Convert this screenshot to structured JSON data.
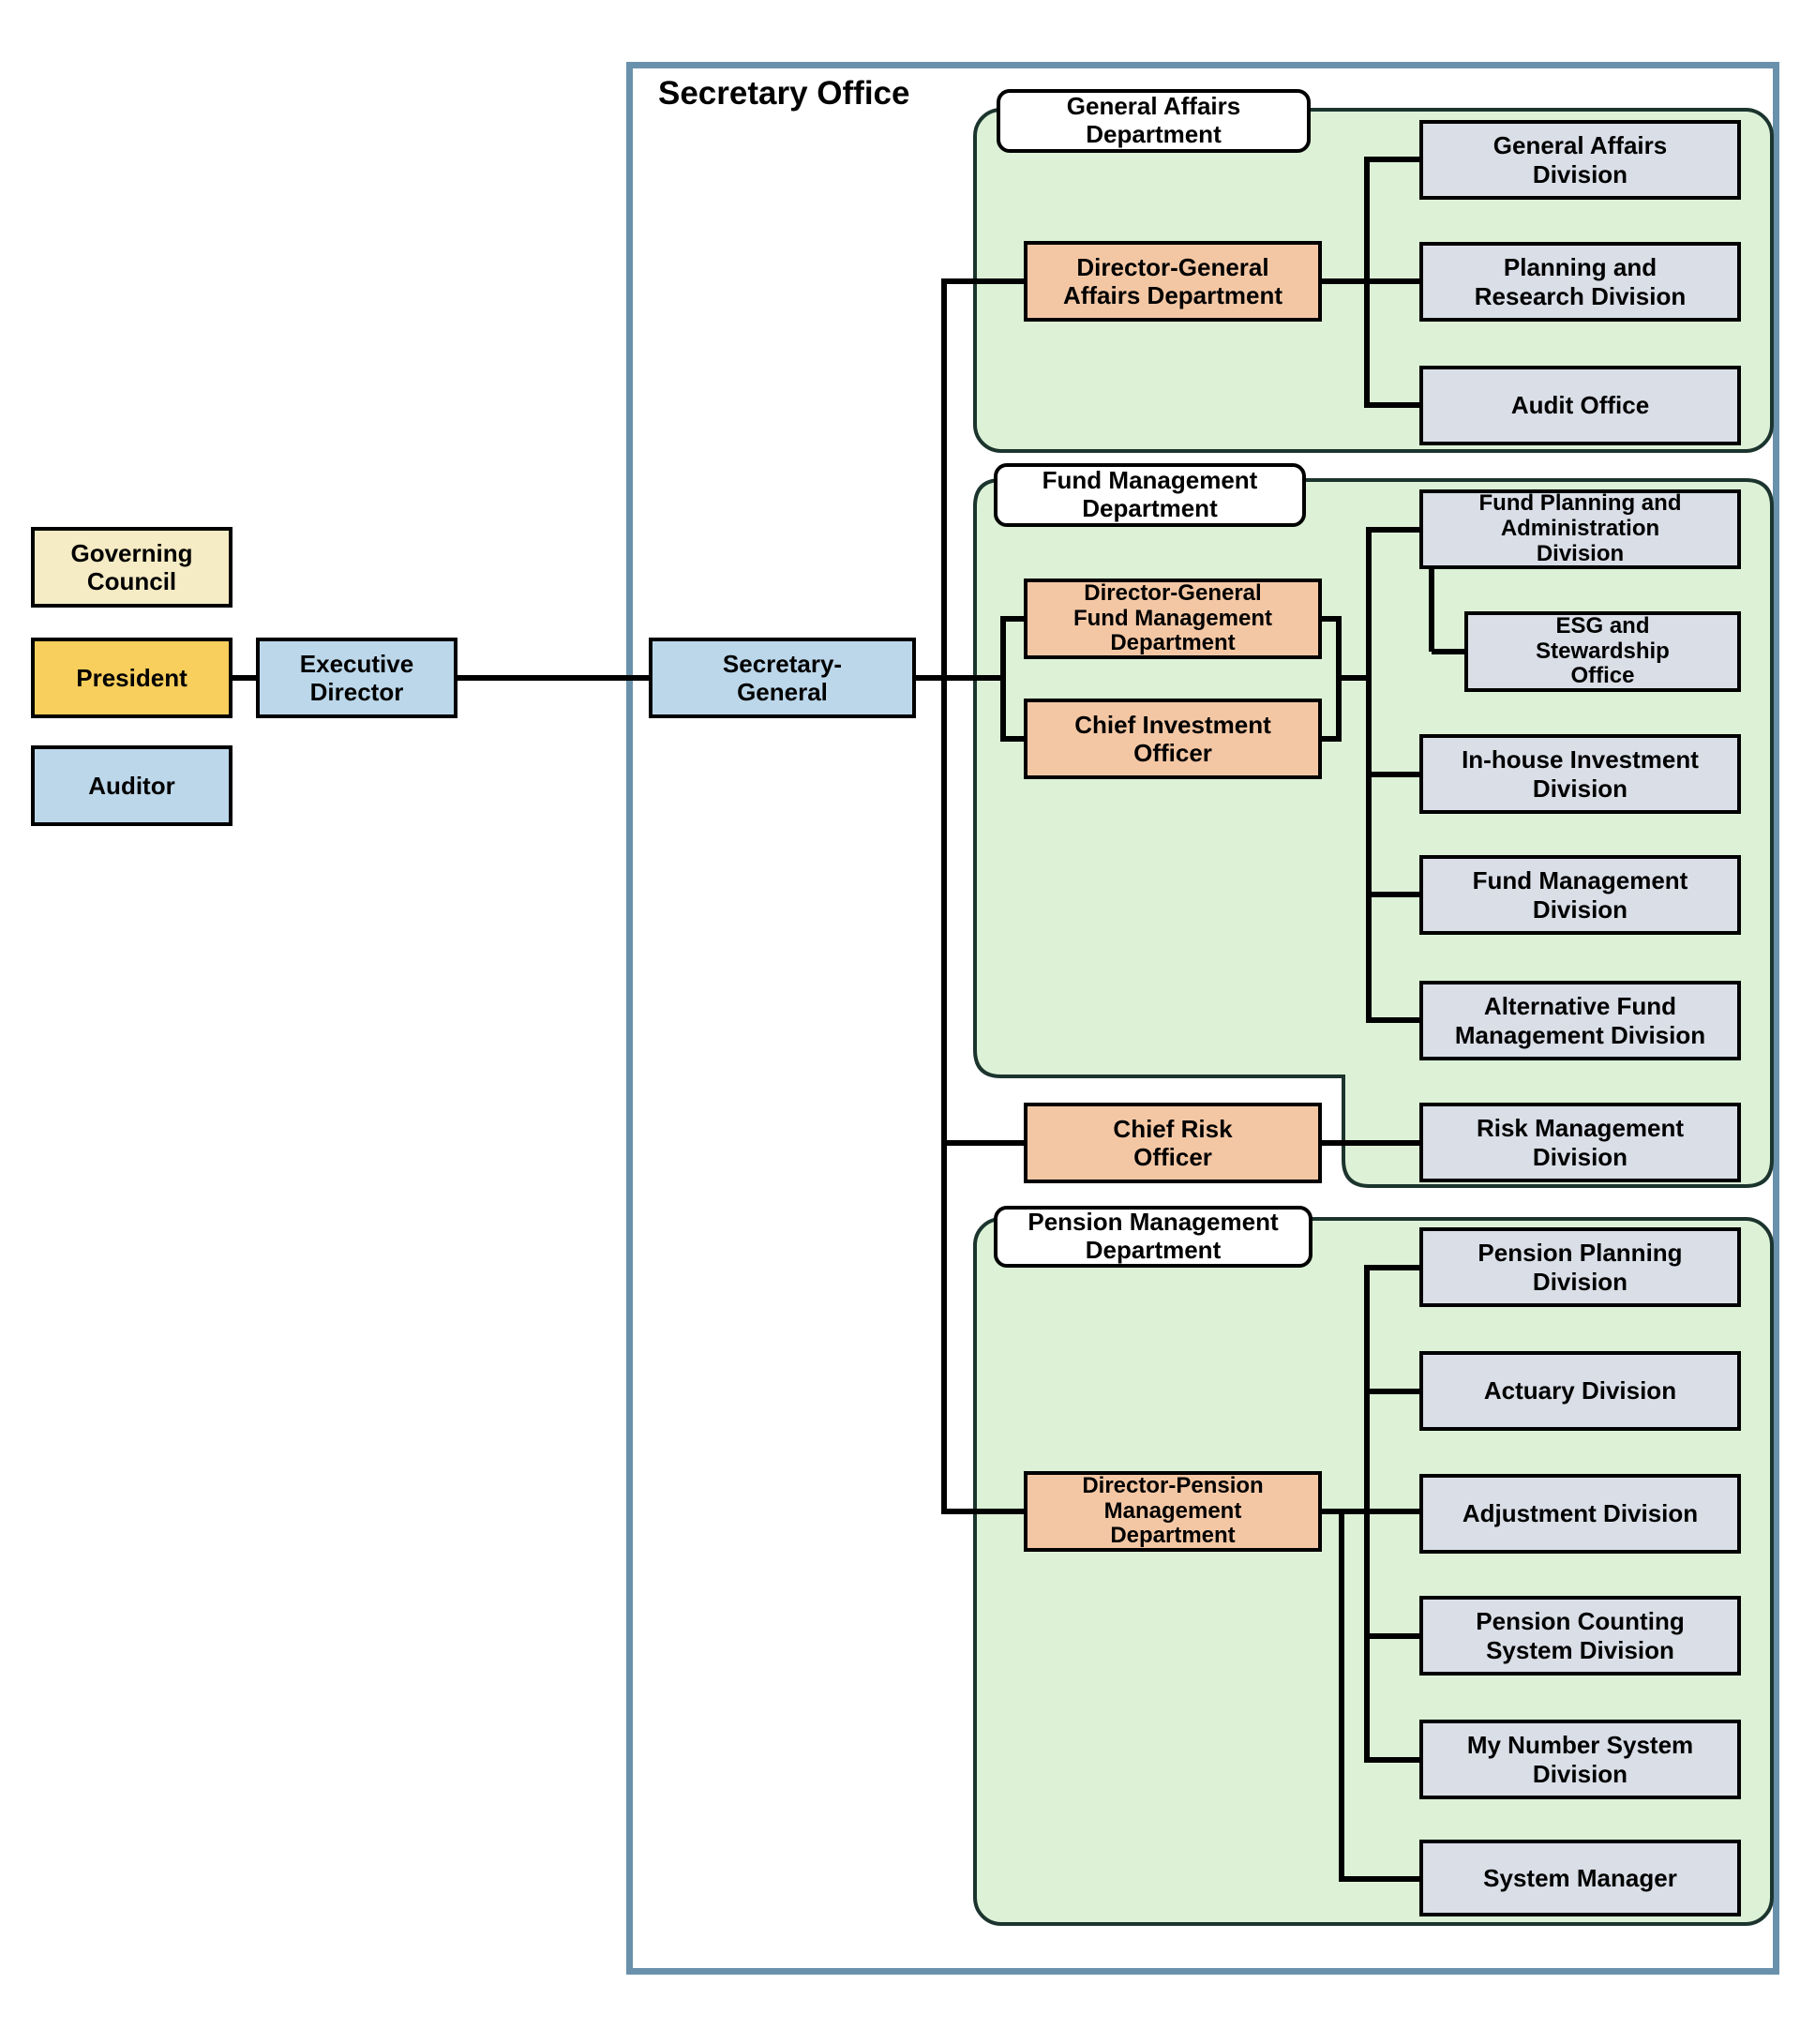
{
  "title": "Secretary Office",
  "org": {
    "governing_council": "Governing Council",
    "president": "President",
    "auditor": "Auditor",
    "executive_director": "Executive Director",
    "secretary_general": "Secretary-\nGeneral"
  },
  "departments": {
    "general_affairs": {
      "label": "General Affairs\nDepartment",
      "director": "Director-General\nAffairs Department",
      "divisions": [
        "General Affairs\nDivision",
        "Planning and\nResearch Division",
        "Audit Office"
      ]
    },
    "fund_management": {
      "label": "Fund Management\nDepartment",
      "director": "Director-General\nFund Management\nDepartment",
      "chief_investment_officer": "Chief Investment\nOfficer",
      "divisions": [
        "Fund Planning and\nAdministration\nDivision",
        "ESG and\nStewardship\nOffice",
        "In-house Investment\nDivision",
        "Fund Management\nDivision",
        "Alternative Fund\nManagement Division"
      ]
    },
    "risk": {
      "chief_risk_officer": "Chief Risk\nOfficer",
      "division": "Risk Management\nDivision"
    },
    "pension_management": {
      "label": "Pension Management\nDepartment",
      "director": "Director-Pension\nManagement\nDepartment",
      "divisions": [
        "Pension Planning\nDivision",
        "Actuary Division",
        "Adjustment Division",
        "Pension Counting\nSystem Division",
        "My Number System\nDivision",
        "System Manager"
      ]
    }
  },
  "colors": {
    "panel_green": "#DCF1D6",
    "panel_border": "#1C342E",
    "division_fill": "#D9DEE7",
    "officer_fill": "#F4C7A4",
    "president_gold": "#F8CE5C",
    "council_cream": "#F5EBC4",
    "executive_blue": "#BCD7EA",
    "frame_blue": "#6A91AC",
    "line": "#000000"
  }
}
